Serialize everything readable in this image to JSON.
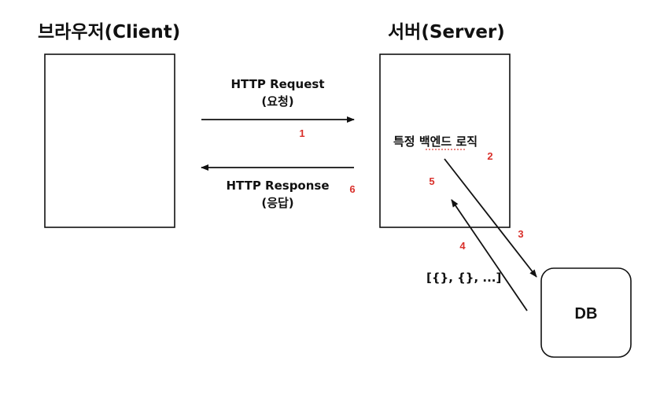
{
  "client": {
    "title": "브라우저(Client)"
  },
  "server": {
    "title": "서버(Server)",
    "logic_label": "특정 백엔드 로직"
  },
  "db": {
    "label": "DB"
  },
  "request": {
    "line1": "HTTP Request",
    "line2": "(요청)",
    "step": "1"
  },
  "response": {
    "line1": "HTTP Response",
    "line2": "(응답)",
    "step": "6"
  },
  "steps": {
    "s2": "2",
    "s3": "3",
    "s4": "4",
    "s5": "5"
  },
  "db_result": "[{}, {}, ...]",
  "colors": {
    "step_number": "#d9302b",
    "stroke": "#111111"
  }
}
